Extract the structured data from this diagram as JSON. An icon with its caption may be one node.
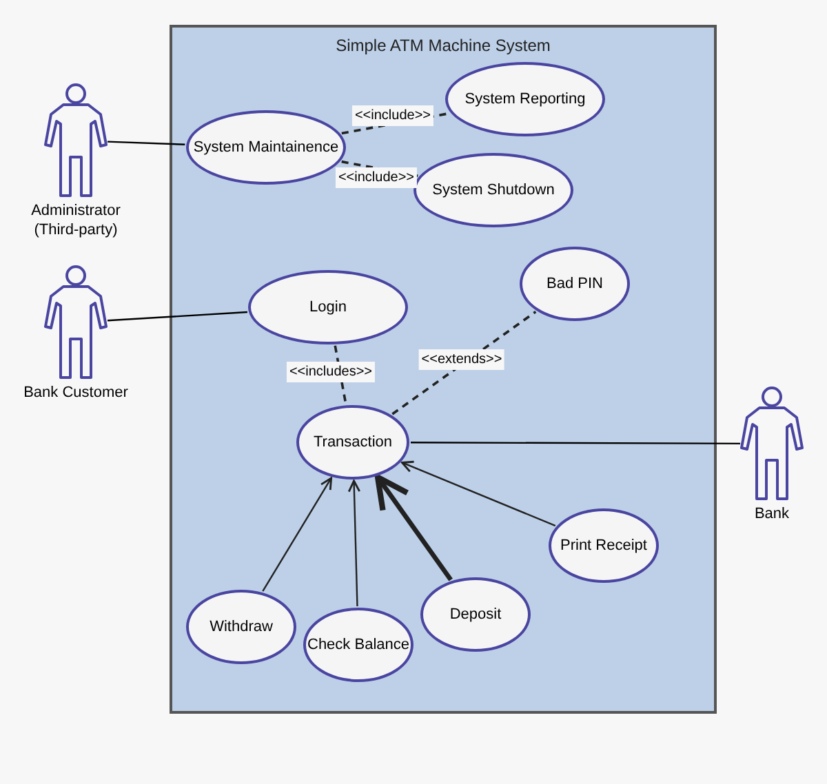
{
  "diagram": {
    "nodes": [
      {
        "text": [
          "Simple ATM Machine System"
        ]
      },
      {
        "text": [],
        "shape": "person",
        "beside": [
          "Administrator (Third-party)"
        ]
      },
      {
        "text": [
          "System Maintainence"
        ],
        "in": 0
      },
      {
        "text": [
          "System Reporting"
        ],
        "in": 0
      },
      {
        "text": [
          "System Shutdown"
        ],
        "in": 0
      },
      {
        "text": [],
        "shape": "person",
        "beside": [
          "Bank Customer"
        ]
      },
      {
        "text": [
          "Login"
        ],
        "in": 0
      },
      {
        "text": [
          "Bad PIN"
        ],
        "in": 0
      },
      {
        "text": [
          "Transaction"
        ],
        "in": 0
      },
      {
        "text": [],
        "shape": "person",
        "beside": [
          "Bank"
        ]
      },
      {
        "text": [
          "Withdraw"
        ],
        "in": 0
      },
      {
        "text": [
          "Check Balance"
        ],
        "in": 0
      },
      {
        "text": [
          "Deposit"
        ],
        "in": 0
      },
      {
        "text": [
          "Print Receipt"
        ],
        "in": 0
      }
    ],
    "edges": [
      {
        "from": 1,
        "to": 2,
        "arrow": "none"
      },
      {
        "from": 2,
        "to": 3,
        "arrow": "none",
        "style": "dashed",
        "label": "<<include>>"
      },
      {
        "from": 2,
        "to": 4,
        "arrow": "none",
        "style": "dashed",
        "label": "<<include>>"
      },
      {
        "from": 5,
        "to": 6,
        "arrow": "none"
      },
      {
        "from": 6,
        "to": 8,
        "arrow": "none",
        "style": "dashed",
        "label": "<<includes>>"
      },
      {
        "from": 8,
        "to": 7,
        "arrow": "none",
        "style": "dashed",
        "label": "<<extends>>"
      },
      {
        "from": 8,
        "to": 9,
        "arrow": "none"
      },
      {
        "from": 10,
        "to": 8,
        "arrow": "to"
      },
      {
        "from": 11,
        "to": 8,
        "arrow": "to"
      },
      {
        "from": 12,
        "to": 8,
        "arrow": "to",
        "style": "thick"
      },
      {
        "from": 13,
        "to": 8,
        "arrow": "to"
      }
    ]
  }
}
